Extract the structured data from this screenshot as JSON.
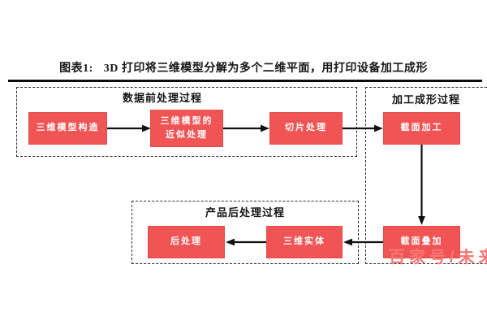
{
  "figure": {
    "title_prefix": "图表1:",
    "title_text": "3D 打印将三维模型分解为多个二维平面，用打印设备加工成形"
  },
  "groups": {
    "preprocess": {
      "label": "数据前处理过程"
    },
    "forming": {
      "label": "加工成形过程"
    },
    "postprocess": {
      "label": "产品后处理过程"
    }
  },
  "nodes": {
    "model_construction": {
      "label": "三维模型构造"
    },
    "model_approximation": {
      "label": "三维模型的\n近似处理"
    },
    "slicing": {
      "label": "切片处理"
    },
    "section_machining": {
      "label": "截面加工"
    },
    "section_stacking": {
      "label": "截面叠加"
    },
    "solid_entity": {
      "label": "三维实体"
    },
    "post_processing": {
      "label": "后处理"
    }
  },
  "edges": [
    {
      "from": "model_construction",
      "to": "model_approximation"
    },
    {
      "from": "model_approximation",
      "to": "slicing"
    },
    {
      "from": "slicing",
      "to": "section_machining"
    },
    {
      "from": "section_machining",
      "to": "section_stacking"
    },
    {
      "from": "section_stacking",
      "to": "solid_entity"
    },
    {
      "from": "solid_entity",
      "to": "post_processing"
    }
  ],
  "watermark": {
    "text": "百家号/未来"
  },
  "colors": {
    "node_fill": "#f15454",
    "node_border": "#e04b4b",
    "node_text": "#ffffff",
    "line": "#111111",
    "watermark": "#fa7575"
  }
}
